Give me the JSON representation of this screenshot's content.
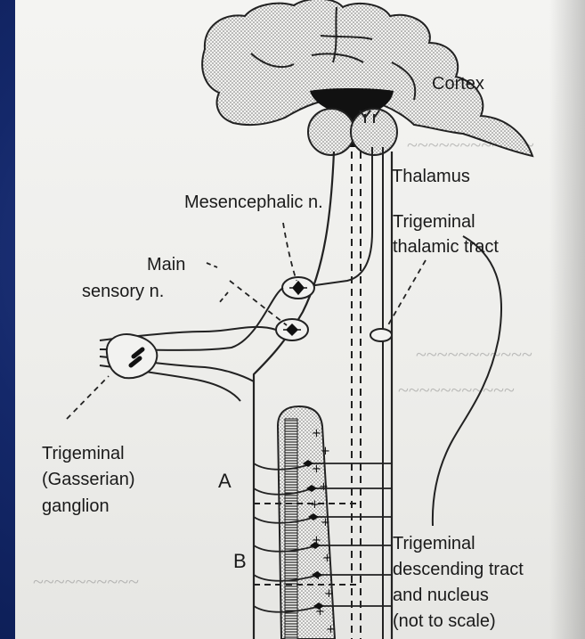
{
  "labels": {
    "cortex": "Cortex",
    "thalamus": "Thalamus",
    "mesencephalic": "Mesencephalic n.",
    "trigeminal_thalamic_1": "Trigeminal",
    "trigeminal_thalamic_2": "thalamic tract",
    "main": "Main",
    "sensory": "sensory n.",
    "ganglion_1": "Trigeminal",
    "ganglion_2": "(Gasserian)",
    "ganglion_3": "ganglion",
    "level_a": "A",
    "level_b": "B",
    "descending_1": "Trigeminal",
    "descending_2": "descending tract",
    "descending_3": "and nucleus",
    "descending_4": "(not to scale)"
  },
  "colors": {
    "background": "#14286a",
    "paper": "#f0f0ee",
    "ink": "#1a1a1a"
  }
}
